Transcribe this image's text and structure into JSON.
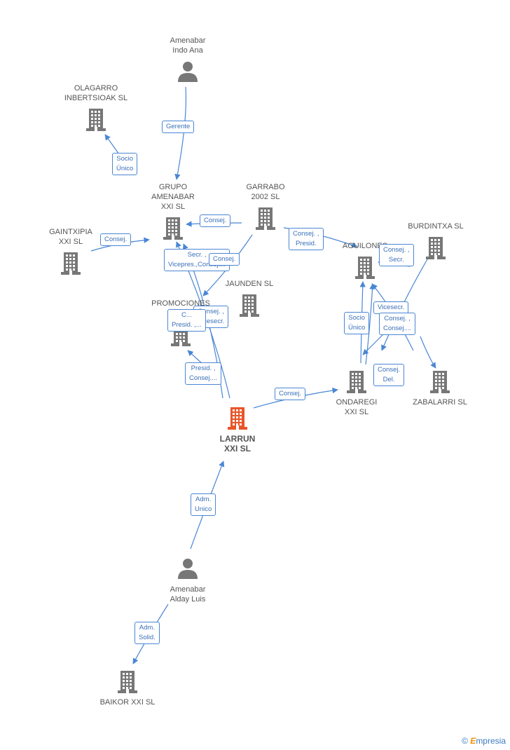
{
  "colors": {
    "edge": "#4a86d4",
    "node": "#777777",
    "center": "#e8562a"
  },
  "nodes": [
    {
      "id": "amenabar_indo",
      "label": "Amenabar\nIndo Ana",
      "type": "person",
      "icon": "person-icon"
    },
    {
      "id": "olagarro",
      "label": "OLAGARRO\nINBERTSIOAK SL",
      "type": "company",
      "icon": "building-icon"
    },
    {
      "id": "grupo",
      "label": "GRUPO\nAMENABAR\nXXI SL",
      "type": "company",
      "icon": "building-icon"
    },
    {
      "id": "garrabo",
      "label": "GARRABO\n2002 SL",
      "type": "company",
      "icon": "building-icon"
    },
    {
      "id": "gaintxipia",
      "label": "GAINTXIPIA\nXXI SL",
      "type": "company",
      "icon": "building-icon"
    },
    {
      "id": "burdintxa",
      "label": "BURDINTXA SL",
      "type": "company",
      "icon": "building-icon"
    },
    {
      "id": "aguilones",
      "label": "AGUILONES",
      "type": "company",
      "icon": "building-icon"
    },
    {
      "id": "jaunden",
      "label": "JAUNDEN SL",
      "type": "company",
      "icon": "building-icon"
    },
    {
      "id": "promociones",
      "label": "PROMOCIONES\nMOL...",
      "type": "company",
      "icon": "building-icon"
    },
    {
      "id": "ondaregi",
      "label": "ONDAREGI\nXXI SL",
      "type": "company",
      "icon": "building-icon"
    },
    {
      "id": "zabalarri",
      "label": "ZABALARRI SL",
      "type": "company",
      "icon": "building-icon"
    },
    {
      "id": "larrun",
      "label": "LARRUN\nXXI SL",
      "type": "center",
      "icon": "building-icon"
    },
    {
      "id": "amenabar_alday",
      "label": "Amenabar\nAlday Luis",
      "type": "person",
      "icon": "person-icon"
    },
    {
      "id": "baikor",
      "label": "BAIKOR XXI SL",
      "type": "company",
      "icon": "building-icon"
    }
  ],
  "edge_labels": [
    "Gerente",
    "Socio\nÚnico",
    "Consej.",
    "Consej.",
    "Consej. ,\nPresid.",
    "Secr. ,\nVicepres.,Consej....",
    "Consej.",
    "Consej. ,\nVicesecr.",
    "C...\nPresid. ,...",
    "Presid. ,\nConsej....",
    "Consej.",
    "Consej. ,\nSecr.",
    "Vicesecr.",
    "Socio\nÚnico",
    "Consej. ,\nConsej....",
    "Consej.\nDel.",
    "Adm.\nUnico",
    "Adm.\nSolid."
  ],
  "brand": {
    "copyright": "©",
    "name_first": "E",
    "name_rest": "mpresia"
  }
}
